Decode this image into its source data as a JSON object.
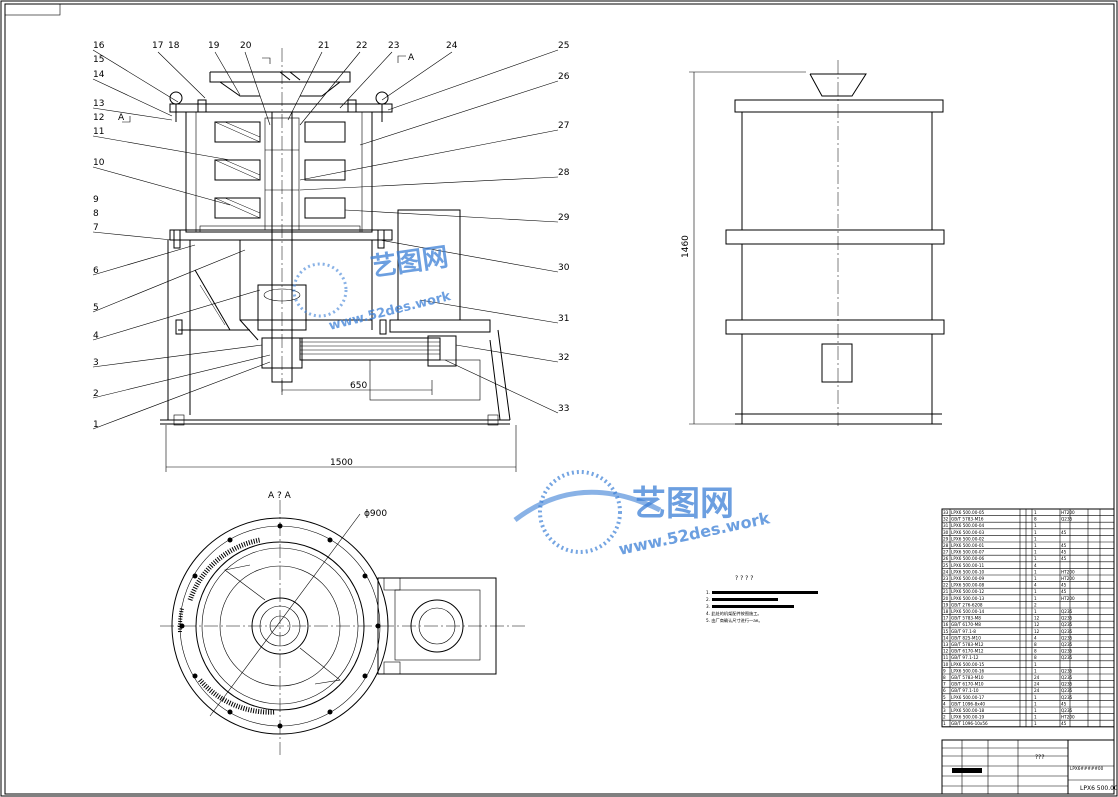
{
  "part_labels": [
    "16",
    "15",
    "14",
    "13",
    "12",
    "11",
    "10",
    "9",
    "8",
    "7",
    "6",
    "5",
    "4",
    "3",
    "2",
    "1",
    "17",
    "18",
    "19",
    "20",
    "21",
    "22",
    "23",
    "24",
    "25",
    "26",
    "27",
    "28",
    "29",
    "30",
    "31",
    "32",
    "33"
  ],
  "dimensions": {
    "overall_width": "1500",
    "inner_width": "650",
    "height": "1460",
    "diameter": "ϕ900"
  },
  "section_marks": {
    "top_left": "A",
    "top_right": "A",
    "bottom_view": "A ? A"
  },
  "notes": {
    "heading": "? ? ? ?",
    "lines": [
      "1.",
      "2.",
      "3.",
      "4. 此处的机架配件按图施工。",
      "5. 由厂商确认尺寸进行一ae。"
    ]
  },
  "title_block": {
    "drawing_title": "???",
    "drawing_no": "LPX6 500.00",
    "code": "LPX6#####00"
  },
  "bom_rows": [
    {
      "no": "33",
      "code": "LPX6 500.00-05",
      "name": "",
      "qty": "1",
      "mat": "HT200"
    },
    {
      "no": "32",
      "code": "GB/T 5783-M16",
      "name": "",
      "qty": "8",
      "mat": "Q235"
    },
    {
      "no": "31",
      "code": "LPX6 500.00-04",
      "name": "",
      "qty": "1",
      "mat": ""
    },
    {
      "no": "30",
      "code": "LPX6 500.00-03",
      "name": "",
      "qty": "1",
      "mat": "45"
    },
    {
      "no": "29",
      "code": "LPX6 500.00-02",
      "name": "",
      "qty": "1",
      "mat": ""
    },
    {
      "no": "28",
      "code": "LPX6 500.00-01",
      "name": "",
      "qty": "1",
      "mat": "45"
    },
    {
      "no": "27",
      "code": "LPX6 500.00-07",
      "name": "",
      "qty": "1",
      "mat": "45"
    },
    {
      "no": "26",
      "code": "LPX6 500.00-06",
      "name": "",
      "qty": "1",
      "mat": "45"
    },
    {
      "no": "25",
      "code": "LPX6 500.00-11",
      "name": "",
      "qty": "4",
      "mat": ""
    },
    {
      "no": "24",
      "code": "LPX6 500.00-10",
      "name": "",
      "qty": "1",
      "mat": "HT200"
    },
    {
      "no": "23",
      "code": "LPX6 500.00-09",
      "name": "",
      "qty": "1",
      "mat": "HT200"
    },
    {
      "no": "22",
      "code": "LPX6 500.00-08",
      "name": "",
      "qty": "4",
      "mat": "45"
    },
    {
      "no": "21",
      "code": "LPX6 500.00-12",
      "name": "",
      "qty": "1",
      "mat": "45"
    },
    {
      "no": "20",
      "code": "LPX6 500.00-13",
      "name": "",
      "qty": "1",
      "mat": "HT200"
    },
    {
      "no": "19",
      "code": "GB/T 276-6208",
      "name": "",
      "qty": "2",
      "mat": ""
    },
    {
      "no": "18",
      "code": "LPX6 500.00-14",
      "name": "",
      "qty": "1",
      "mat": "Q235"
    },
    {
      "no": "17",
      "code": "GB/T 5783-M8",
      "name": "",
      "qty": "12",
      "mat": "Q235"
    },
    {
      "no": "16",
      "code": "GB/T 6170-M8",
      "name": "",
      "qty": "12",
      "mat": "Q235"
    },
    {
      "no": "15",
      "code": "GB/T 97.1-8",
      "name": "",
      "qty": "12",
      "mat": "Q235"
    },
    {
      "no": "14",
      "code": "GB/T 825-M10",
      "name": "",
      "qty": "4",
      "mat": "Q235"
    },
    {
      "no": "13",
      "code": "GB/T 5783-M12",
      "name": "",
      "qty": "8",
      "mat": "Q235"
    },
    {
      "no": "12",
      "code": "GB/T 6170-M12",
      "name": "",
      "qty": "8",
      "mat": "Q235"
    },
    {
      "no": "11",
      "code": "GB/T 97.1-12",
      "name": "",
      "qty": "8",
      "mat": "Q235"
    },
    {
      "no": "10",
      "code": "LPX6 500.00-15",
      "name": "",
      "qty": "1",
      "mat": ""
    },
    {
      "no": "9",
      "code": "LPX6 500.00-16",
      "name": "",
      "qty": "1",
      "mat": "Q235"
    },
    {
      "no": "8",
      "code": "GB/T 5783-M10",
      "name": "",
      "qty": "24",
      "mat": "Q235"
    },
    {
      "no": "7",
      "code": "GB/T 6170-M10",
      "name": "",
      "qty": "24",
      "mat": "Q235"
    },
    {
      "no": "6",
      "code": "GB/T 97.1-10",
      "name": "",
      "qty": "24",
      "mat": "Q235"
    },
    {
      "no": "5",
      "code": "LPX6 500.00-17",
      "name": "",
      "qty": "1",
      "mat": "Q235"
    },
    {
      "no": "4",
      "code": "GB/T 1096-8x40",
      "name": "",
      "qty": "1",
      "mat": "45"
    },
    {
      "no": "3",
      "code": "LPX6 500.00-18",
      "name": "",
      "qty": "1",
      "mat": "Q235"
    },
    {
      "no": "2",
      "code": "LPX6 500.00-19",
      "name": "",
      "qty": "1",
      "mat": "HT200"
    },
    {
      "no": "1",
      "code": "GB/T 1096-10x56",
      "name": "",
      "qty": "1",
      "mat": "45"
    }
  ],
  "watermark": {
    "cn": "艺图网",
    "url": "www.52des.work"
  },
  "colors": {
    "line": "#000000",
    "watermark": "#3b7fd6"
  }
}
